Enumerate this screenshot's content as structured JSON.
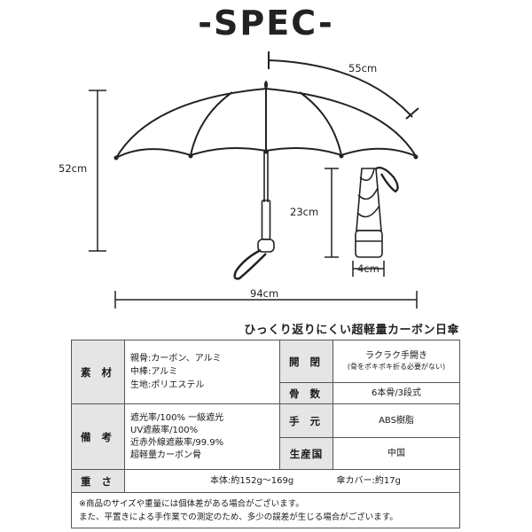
{
  "title": "-SPEC-",
  "dimensions": {
    "arc": "55cm",
    "height": "52cm",
    "width": "94cm",
    "folded_length": "23cm",
    "folded_width": "4cm"
  },
  "subtitle": "ひっくり返りにくい超軽量カーボン日傘",
  "table": {
    "material_label": "素 材",
    "material_lines": [
      "親骨:カーボン、アルミ",
      "中棒:アルミ",
      "生地:ポリエステル"
    ],
    "open_label": "開 閉",
    "open_value": "ラクラク手開き",
    "open_note": "(骨をポキポキ折る必要がない)",
    "ribs_label": "骨 数",
    "ribs_value": "6本骨/3段式",
    "remarks_label": "備 考",
    "remarks_lines": [
      "遮光率/100% 一級遮光",
      "UV遮蔽率/100%",
      "近赤外線遮蔽率/99.9%",
      "超軽量カーボン骨"
    ],
    "handle_label": "手 元",
    "handle_value": "ABS樹脂",
    "origin_label": "生産国",
    "origin_value": "中国",
    "weight_label": "重 さ",
    "weight_body": "本体:約152g〜169g",
    "weight_cover": "傘カバー:約17g",
    "notes": [
      "※商品のサイズや重量には個体差がある場合がございます。",
      "また、平置きによる手作業での測定のため、多少の誤差が生じる場合がございます。"
    ]
  }
}
